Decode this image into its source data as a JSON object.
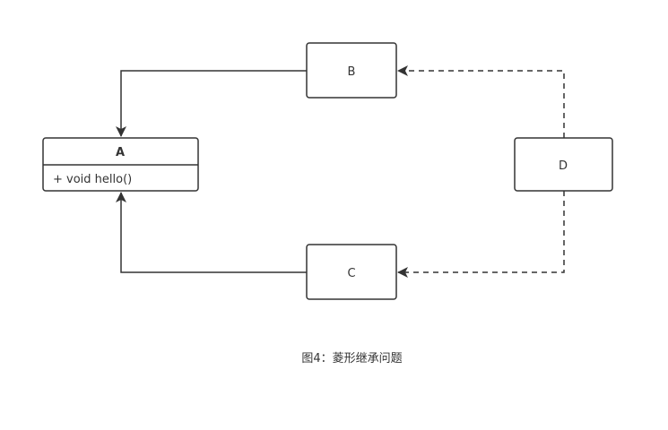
{
  "diagram": {
    "classes": {
      "a": {
        "name": "A",
        "method": "+ void hello()"
      },
      "b": {
        "name": "B"
      },
      "c": {
        "name": "C"
      },
      "d": {
        "name": "D"
      }
    },
    "caption": "图4：菱形继承问题",
    "colors": {
      "stroke": "#333333",
      "background": "#ffffff",
      "text": "#333333"
    }
  }
}
